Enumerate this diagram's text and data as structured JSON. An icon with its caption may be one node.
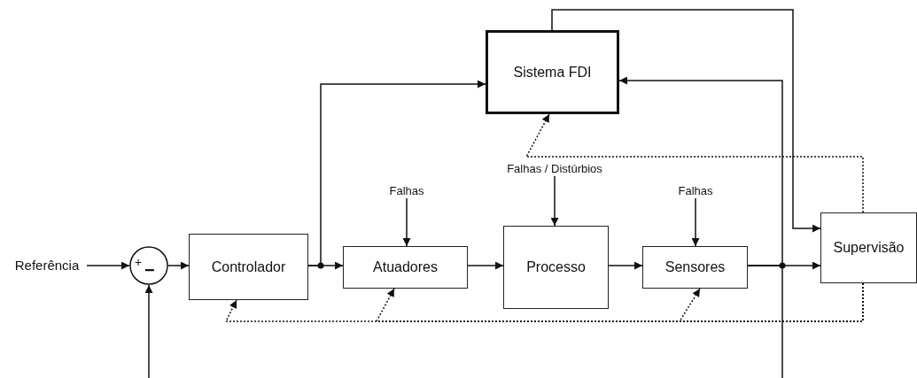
{
  "diagram": {
    "nodes": [
      {
        "text": [
          "Referência"
        ]
      },
      {
        "text": [
          "+",
          "−"
        ]
      },
      {
        "text": [
          "Controlador"
        ]
      },
      {
        "text": [
          "Sistema FDI"
        ]
      },
      {
        "text": [
          "Falhas"
        ]
      },
      {
        "text": [
          "Atuadores"
        ]
      },
      {
        "text": [
          "Falhas / Distúrbios"
        ]
      },
      {
        "text": [
          "Processo"
        ]
      },
      {
        "text": [
          "Falhas"
        ]
      },
      {
        "text": [
          "Sensores"
        ]
      },
      {
        "text": [
          "Supervisão"
        ]
      }
    ],
    "edges": [
      {
        "from": 0,
        "to": 1,
        "arrow": "to"
      },
      {
        "from": 1,
        "to": 2,
        "arrow": "to"
      },
      {
        "from": 2,
        "to": 5,
        "arrow": "to"
      },
      {
        "from": 2,
        "to": 3,
        "arrow": "to"
      },
      {
        "from": 4,
        "to": 5,
        "arrow": "to"
      },
      {
        "from": 5,
        "to": 7,
        "arrow": "to"
      },
      {
        "from": 6,
        "to": 7,
        "arrow": "to"
      },
      {
        "from": 7,
        "to": 9,
        "arrow": "to"
      },
      {
        "from": 8,
        "to": 9,
        "arrow": "to"
      },
      {
        "from": 9,
        "to": 10,
        "arrow": "to"
      },
      {
        "from": 9,
        "to": 3,
        "arrow": "to"
      },
      {
        "from": 9,
        "to": null,
        "arrow": "none"
      },
      {
        "from": null,
        "to": 1,
        "arrow": "to"
      },
      {
        "from": 3,
        "to": 10,
        "arrow": "to"
      },
      {
        "from": 10,
        "to": 3,
        "arrow": "to",
        "style": "dashed"
      },
      {
        "from": 10,
        "to": 2,
        "arrow": "to",
        "style": "dashed"
      },
      {
        "from": 10,
        "to": 5,
        "arrow": "to",
        "style": "dashed"
      },
      {
        "from": 10,
        "to": 9,
        "arrow": "to",
        "style": "dashed"
      }
    ]
  }
}
